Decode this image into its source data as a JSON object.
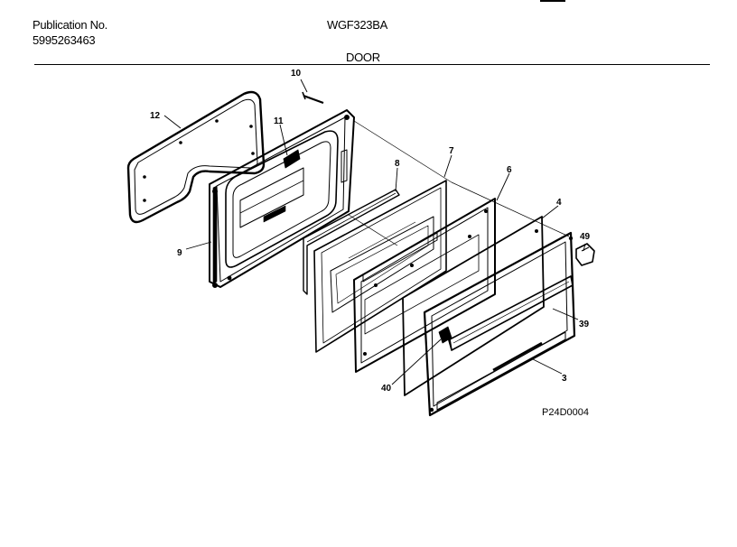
{
  "header": {
    "publication_label": "Publication No.",
    "publication_number": "5995263463",
    "model": "WGF323BA",
    "section_title": "DOOR"
  },
  "diagram": {
    "figure_id": "P24D0004",
    "callouts": [
      "10",
      "12",
      "11",
      "9",
      "8",
      "7",
      "6",
      "4",
      "49",
      "39",
      "40",
      "3"
    ]
  }
}
